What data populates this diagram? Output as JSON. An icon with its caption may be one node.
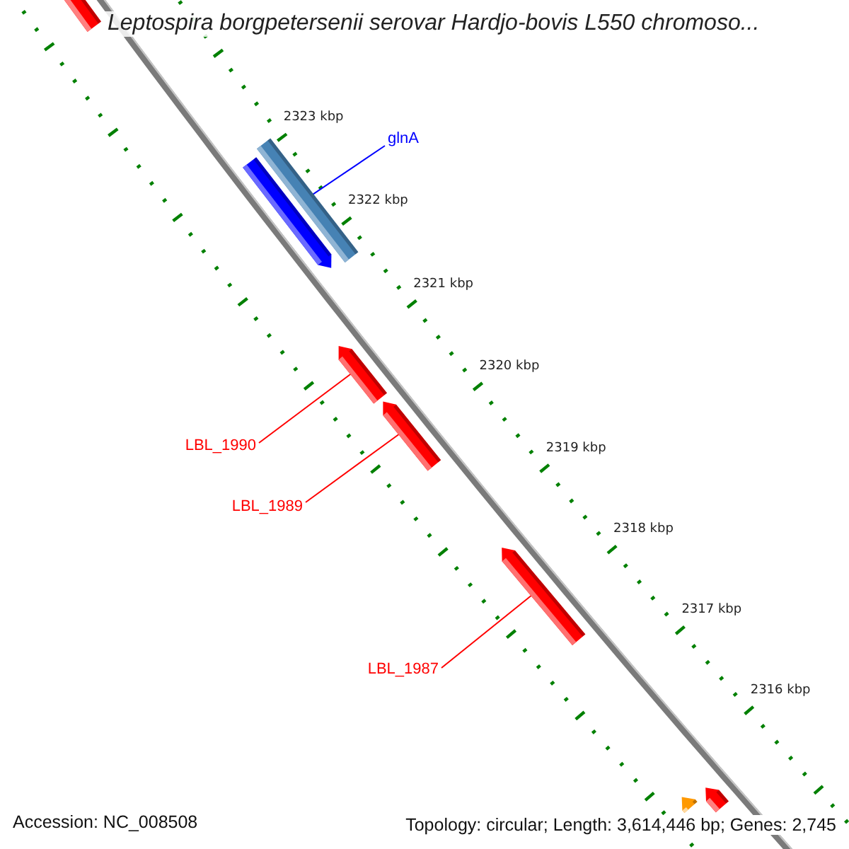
{
  "diagram": {
    "title": "Leptospira borgpetersenii serovar Hardjo-bovis L550 chromoso...",
    "nodes": [
      {
        "text": [],
        "shape": "arrow"
      },
      {
        "text": [
          "glnA"
        ]
      },
      {
        "text": [],
        "shape": "bar"
      },
      {
        "text": [],
        "shape": "arrow"
      },
      {
        "text": [],
        "shape": "arrow"
      },
      {
        "text": [],
        "shape": "arrow"
      },
      {
        "text": [
          "LBL_1990"
        ]
      },
      {
        "text": [
          "LBL_1989"
        ]
      },
      {
        "text": [],
        "shape": "arrow"
      },
      {
        "text": [
          "LBL_1987"
        ]
      },
      {
        "text": [],
        "shape": "arrow"
      },
      {
        "text": [],
        "shape": "arrow"
      }
    ],
    "edges": [
      {
        "from": 1,
        "to": 2,
        "arrow": "none",
        "color": "#0000ff"
      },
      {
        "from": 6,
        "to": 4,
        "arrow": "none"
      },
      {
        "from": 7,
        "to": 5,
        "arrow": "none"
      },
      {
        "from": 9,
        "to": 8,
        "arrow": "none"
      }
    ],
    "labels": [
      "2323 kbp",
      "2322 kbp",
      "2321 kbp",
      "2320 kbp",
      "2319 kbp",
      "2318 kbp",
      "2317 kbp",
      "2316 kbp",
      "Accession: NC_008508",
      "Topology: circular; Length: 3,614,446 bp; Genes: 2,745"
    ]
  }
}
